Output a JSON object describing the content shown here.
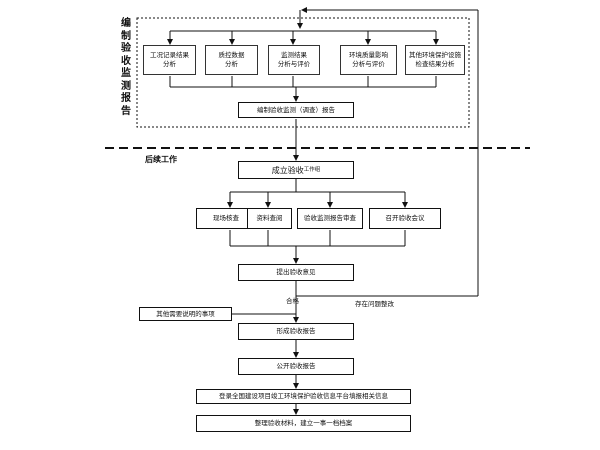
{
  "monitoring_report": {
    "vertical_label": "编制验收监测报告",
    "analysis_boxes": [
      {
        "line1": "工况记录结果",
        "line2": "分析"
      },
      {
        "line1": "质控数据",
        "line2": "分析"
      },
      {
        "line1": "监测结果",
        "line2": "分析与评价"
      },
      {
        "line1": "环境质量影响",
        "line2": "分析与评价"
      },
      {
        "line1": "其他环境保护设施",
        "line2": "检查结果分析"
      }
    ],
    "report_box": "编制验收监测（调查）报告"
  },
  "followup": {
    "section_title": "后续工作",
    "setup_box": {
      "main": "成立验收",
      "suffix": "工作组"
    },
    "check_boxes": [
      "现场核查",
      "资料查阅",
      "验收监测报告审查",
      "召开验收会议"
    ],
    "opinion_box": "提出验收意见",
    "pass_label": "合格",
    "problem_label": "存在问题整改",
    "other_box": "其他需要说明的事项",
    "form_report_box": "形成验收报告",
    "publish_box": "公开验收报告",
    "register_box": "登录全国建设项目竣工环境保护验收信息平台填报相关信息",
    "archive_box": "整理验收材料，建立一事一档档案"
  }
}
